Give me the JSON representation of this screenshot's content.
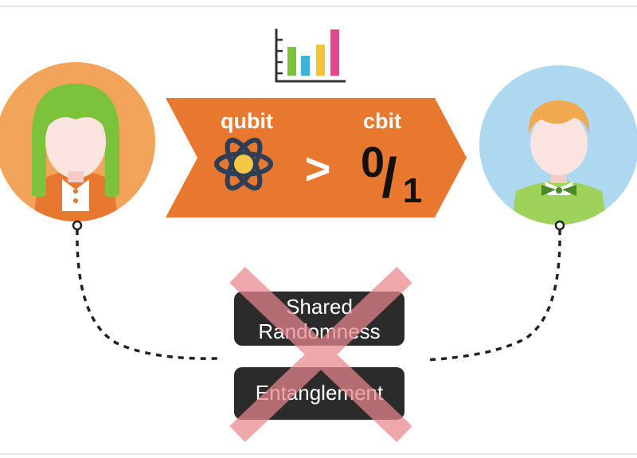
{
  "arrow": {
    "qubit_label": "qubit",
    "gt_symbol": ">",
    "cbit_label": "cbit",
    "cbit_symbol_zero": "0",
    "cbit_symbol_slash": "/",
    "cbit_symbol_one": "1"
  },
  "boxes": {
    "shared_line1": "Shared",
    "shared_line2": "Randomness",
    "entanglement": "Entanglement"
  },
  "icons": {
    "chart": "bar-chart-icon",
    "atom": "atom-icon",
    "sender": "woman-avatar-icon",
    "receiver": "man-avatar-icon",
    "cross": "x-cross-icon"
  },
  "colors": {
    "orange": "#e8782f",
    "sender_circle": "#f2a55a",
    "receiver_circle": "#aed8f0",
    "hair_green": "#7cc23a",
    "hair_blonde": "#f0a94f",
    "skin": "#fbe3e0",
    "cross_red": "#e8868c",
    "box_dark": "#2b2b2b"
  }
}
